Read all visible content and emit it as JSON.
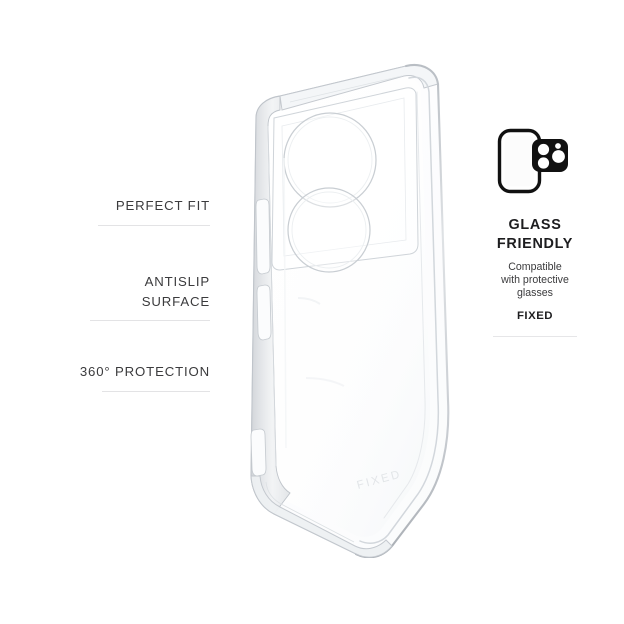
{
  "product": {
    "name": "transparent-phone-case",
    "brand_watermark": "FIXED",
    "background_color": "#ffffff"
  },
  "features": [
    {
      "label": "PERFECT FIT"
    },
    {
      "label": "ANTISLIP\nSURFACE"
    },
    {
      "label": "360° PROTECTION"
    }
  ],
  "badge": {
    "icon_name": "phone-with-camera-glass-icon",
    "title": "GLASS\nFRIENDLY",
    "subtitle": "Compatible\nwith protective\nglasses",
    "brand": "FIXED"
  },
  "colors": {
    "text_primary": "#1d1d1f",
    "text_secondary": "#3b3b3d",
    "rule": "#e3e3e5",
    "icon_fill": "#111111"
  }
}
